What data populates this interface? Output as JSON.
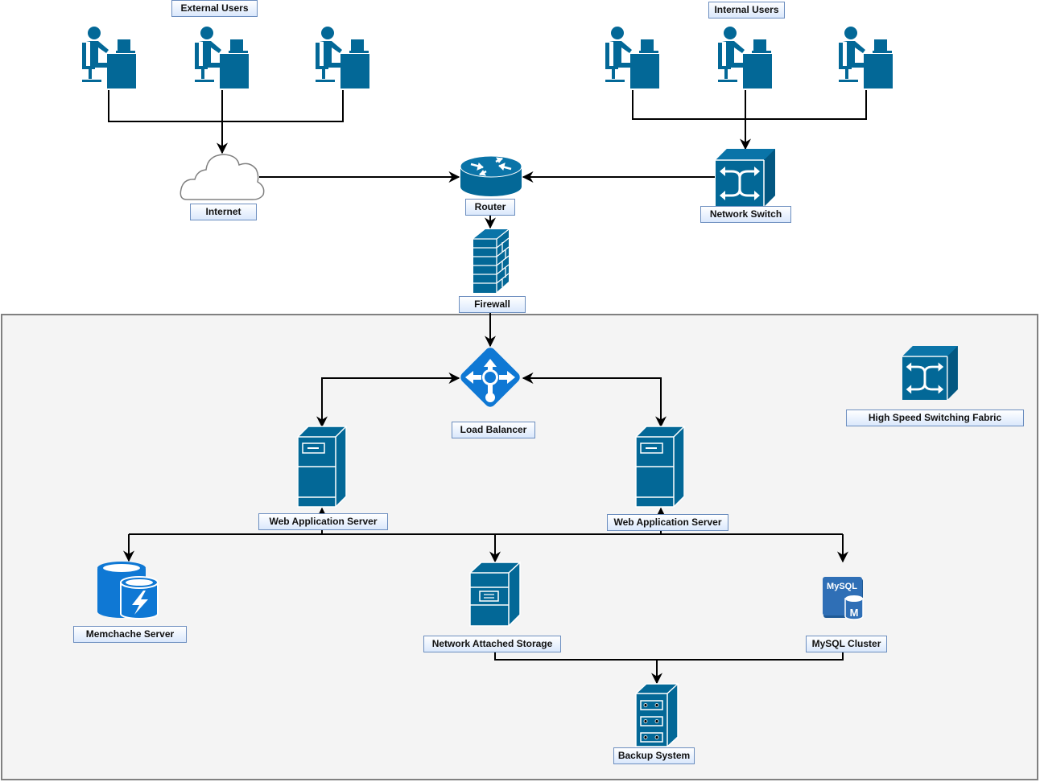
{
  "diagram": {
    "title": "Web Application Network Architecture",
    "colors": {
      "cisco_blue": "#036897",
      "azure_blue": "#0f78d4",
      "mysql_blue": "#2f6fb6",
      "label_border": "#6c8ebf",
      "label_fill": "#dae8fc",
      "zone_fill": "#f4f4f4",
      "zone_border": "#808080",
      "edge": "#000000"
    },
    "groups": {
      "external_users": "External Users",
      "internal_users": "Internal Users"
    },
    "nodes": {
      "internet": "Internet",
      "router": "Router",
      "network_switch": "Network Switch",
      "firewall": "Firewall",
      "load_balancer": "Load Balancer",
      "high_speed_switching_fabric": "High Speed Switching Fabric",
      "web_app_server_1": "Web Application Server",
      "web_app_server_2": "Web Application Server",
      "memcache_server": "Memchache Server",
      "nas": "Network Attached Storage",
      "mysql_cluster": "MySQL Cluster",
      "backup_system": "Backup System"
    },
    "icon_text": {
      "mysql": "MySQL",
      "mysql_badge": "M"
    },
    "edges": [
      {
        "from": "External Users",
        "to": "Internet"
      },
      {
        "from": "Internet",
        "to": "Router"
      },
      {
        "from": "Internal Users",
        "to": "Network Switch"
      },
      {
        "from": "Network Switch",
        "to": "Router"
      },
      {
        "from": "Router",
        "to": "Firewall"
      },
      {
        "from": "Firewall",
        "to": "Load Balancer"
      },
      {
        "from": "Load Balancer",
        "to": "Web Application Server"
      },
      {
        "from": "Load Balancer",
        "to": "Web Application Server"
      },
      {
        "from": "Web Application Server",
        "to": "Memchache Server"
      },
      {
        "from": "Web Application Server",
        "to": "Network Attached Storage"
      },
      {
        "from": "Web Application Server",
        "to": "MySQL Cluster"
      },
      {
        "from": "Network Attached Storage",
        "to": "Backup System"
      },
      {
        "from": "MySQL Cluster",
        "to": "Backup System"
      }
    ]
  }
}
